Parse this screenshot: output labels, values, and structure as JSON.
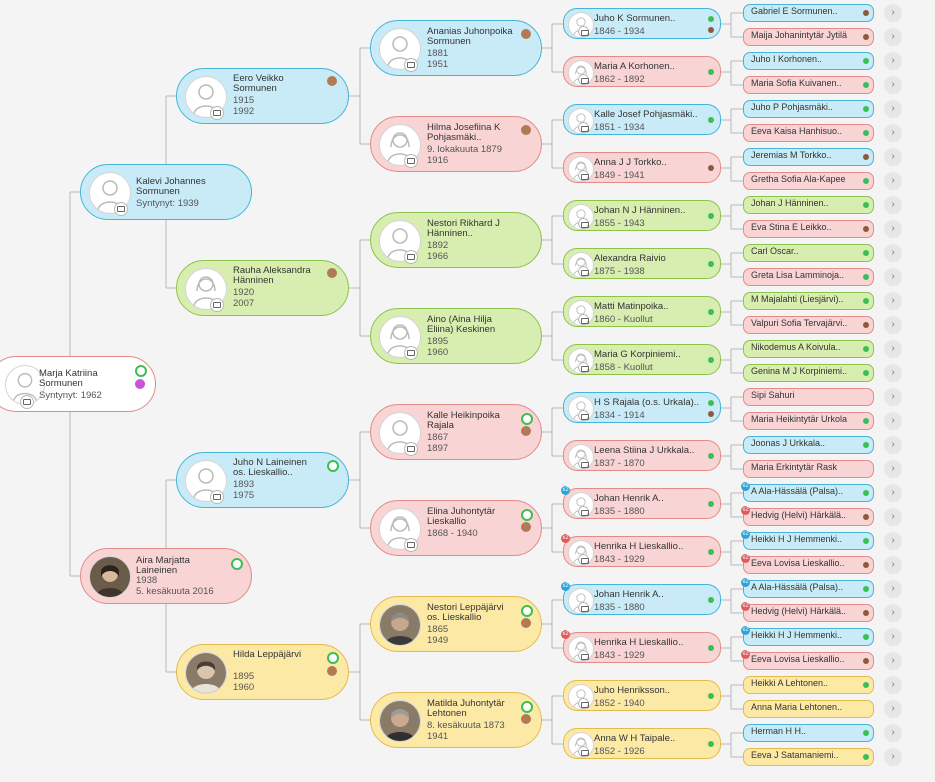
{
  "root": {
    "name": "Marja Katriina Sormunen",
    "date": "Syntynyt: 1962"
  },
  "gen1": [
    {
      "name": "Kalevi Johannes Sormunen",
      "date": "Syntynyt: 1939",
      "icons": [
        "photo"
      ]
    },
    {
      "name": "Aira Marjatta Laineinen",
      "d1": "1938",
      "d2": "5. kesäkuuta 2016",
      "icons": [
        "photo"
      ]
    }
  ],
  "gen2": [
    {
      "name": "Eero Veikko Sormunen",
      "d1": "1915",
      "d2": "1992"
    },
    {
      "name": "Rauha Aleksandra Hänninen",
      "d1": "1920",
      "d2": "2007"
    },
    {
      "name": "Juho N Laineinen os. Lieskallio..",
      "d1": "1893",
      "d2": "1975"
    },
    {
      "name": "Hilda Leppäjärvi",
      "d1": "1895",
      "d2": "1960"
    }
  ],
  "gen3": [
    {
      "name": "Ananias Juhonpoika Sormunen",
      "d1": "1881",
      "d2": "1951"
    },
    {
      "name": "Hilma Josefiina K Pohjasmäki..",
      "d1": "9. lokakuuta 1879",
      "d2": "1916"
    },
    {
      "name": "Nestori Rikhard J Hänninen..",
      "d1": "1892",
      "d2": "1966"
    },
    {
      "name": "Aino (Aina Hilja Eliina) Keskinen",
      "d1": "1895",
      "d2": "1960"
    },
    {
      "name": "Kalle Heikinpoika Rajala",
      "d1": "1867",
      "d2": "1897"
    },
    {
      "name": "Elina Juhontytär Lieskallio",
      "d1": "1868 - 1940",
      "d2": ""
    },
    {
      "name": "Nestori Leppäjärvi os. Lieskallio",
      "d1": "1865",
      "d2": "1949"
    },
    {
      "name": "Matilda Juhontytär Lehtonen",
      "d1": "8. kesäkuuta 1873",
      "d2": "1941"
    }
  ],
  "gen4": [
    {
      "name": "Juho K Sormunen..",
      "date": "1846 - 1934"
    },
    {
      "name": "Maria A Korhonen..",
      "date": "1862 - 1892"
    },
    {
      "name": "Kalle Josef Pohjasmäki..",
      "date": "1851 - 1934"
    },
    {
      "name": "Anna J J Torkko..",
      "date": "1849 - 1941"
    },
    {
      "name": "Johan N J Hänninen..",
      "date": "1855 - 1943"
    },
    {
      "name": "Alexandra Raivio",
      "date": "1875 - 1938"
    },
    {
      "name": "Matti Matinpoika..",
      "date": "1860 - Kuollut"
    },
    {
      "name": "Maria G Korpiniemi..",
      "date": "1858 - Kuollut"
    },
    {
      "name": "H S Rajala (o.s. Urkala)..",
      "date": "1834 - 1914"
    },
    {
      "name": "Leena Stiina J Urkkala..",
      "date": "1837 - 1870"
    },
    {
      "name": "Johan Henrik A..",
      "date": "1835 - 1880"
    },
    {
      "name": "Henrika H Lieskallio..",
      "date": "1843 - 1929"
    },
    {
      "name": "Johan Henrik A..",
      "date": "1835 - 1880"
    },
    {
      "name": "Henrika H Lieskallio..",
      "date": "1843 - 1929"
    },
    {
      "name": "Juho Henriksson..",
      "date": "1852 - 1940"
    },
    {
      "name": "Anna W H Taipale..",
      "date": "1852 - 1926"
    }
  ],
  "gen5": [
    "Gabriel E Sormunen..",
    "Maija Johanintytär Jytilä",
    "Juho I Korhonen..",
    "Maria Sofia Kuivanen..",
    "Juho P Pohjasmäki..",
    "Eeva Kaisa Hanhisuo..",
    "Jeremias M Torkko..",
    "Gretha Sofia Ala-Kapee",
    "Johan J Hänninen..",
    "Eva Stina E Leikko..",
    "Carl Oscar..",
    "Greta Lisa Lamminoja..",
    "M Majalahti (Liesjärvi)..",
    "Valpuri Sofia Tervajärvi..",
    "Nikodemus A Koivula..",
    "Genina M J Korpiniemi..",
    "Sipi Sahuri",
    "Maria Heikintytär Urkola",
    "Joonas J Urkkala..",
    "Maria Erkintytär Rask",
    "A Ala-Hässälä (Palsa)..",
    "Hedvig (Helvi) Härkälä..",
    "Heikki H J Hemmenki..",
    "Eeva Lovisa Lieskallio..",
    "A Ala-Hässälä (Palsa)..",
    "Hedvig (Helvi) Härkälä..",
    "Heikki H J Hemmenki..",
    "Eeva Lovisa Lieskallio..",
    "Heikki A Lehtonen..",
    "Anna Maria Lehtonen..",
    "Herman H H..",
    "Eeva J Satamaniemi.."
  ],
  "icons": {
    "expand": "chevron-right-icon",
    "camera": "camera-icon",
    "photo": "photo-icon",
    "record": "record-icon",
    "dna": "dna-icon"
  },
  "more_arrow": "›",
  "colors": {
    "blue": "#c9ebf7",
    "pink": "#f9d4d4",
    "green": "#d8eeb0",
    "yellow": "#fde9a6",
    "line": "#b5b5b5"
  }
}
